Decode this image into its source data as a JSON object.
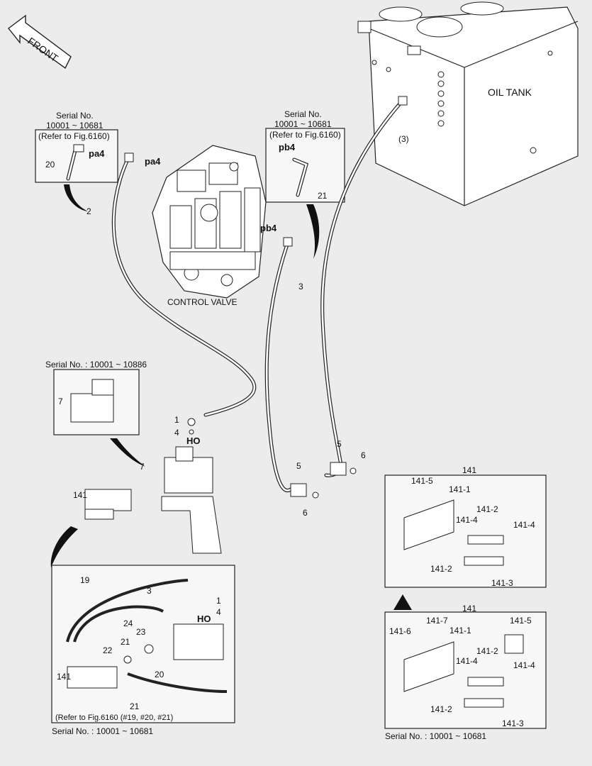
{
  "front_label": "FRONT",
  "oil_tank_label": "OIL TANK",
  "control_valve_label": "CONTROL VALVE",
  "inset_pa4": {
    "serial_line1": "Serial No.",
    "serial_line2": "10001 ~ 10681",
    "ref": "(Refer to Fig.6160)",
    "port": "pa4",
    "part": "20"
  },
  "inset_pb4": {
    "serial_line1": "Serial No.",
    "serial_line2": "10001 ~ 10681",
    "ref": "(Refer to Fig.6160)",
    "port": "pb4",
    "part": "21"
  },
  "inset_7": {
    "serial": "Serial No. : 10001 ~ 10886",
    "part": "7"
  },
  "inset_bottom": {
    "ref": "(Refer to Fig.6160 (#19, #20, #21)",
    "serial": "Serial No. : 10001 ~ 10681",
    "callouts": [
      "19",
      "3",
      "1",
      "4",
      "HO",
      "24",
      "23",
      "21",
      "22",
      "20",
      "141",
      "21"
    ]
  },
  "inset_141_top": {
    "title": "141",
    "callouts": [
      "141-5",
      "141-1",
      "141-2",
      "141-4",
      "141-4",
      "141-2",
      "141-3"
    ]
  },
  "inset_141_bottom": {
    "title": "141",
    "serial": "Serial No. : 10001 ~ 10681",
    "callouts": [
      "141-7",
      "141-6",
      "141-1",
      "141-5",
      "141-2",
      "141-4",
      "141-4",
      "141-2",
      "141-3"
    ]
  },
  "main_callouts": {
    "pa4": "pa4",
    "pb4": "pb4",
    "hose2": "2",
    "hose3": "3",
    "hose3_tank": "(3)",
    "fitting1": "1",
    "oring4": "4",
    "port_ho": "HO",
    "valve7": "7",
    "bracket5a": "5",
    "bracket5b": "5",
    "bolt6a": "6",
    "bolt6b": "6",
    "block141": "141"
  }
}
